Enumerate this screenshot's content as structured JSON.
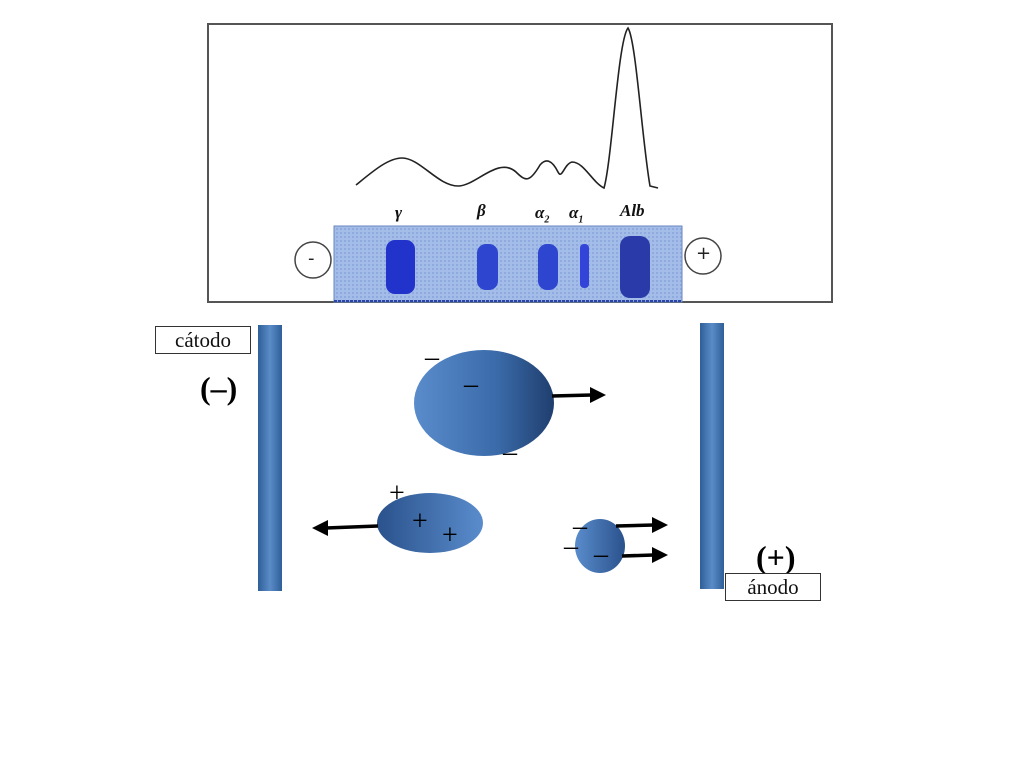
{
  "electrophoresis": {
    "bands": [
      {
        "symbol": "γ",
        "sub": ""
      },
      {
        "symbol": "β",
        "sub": ""
      },
      {
        "symbol": "α",
        "sub": "2"
      },
      {
        "symbol": "α",
        "sub": "1"
      },
      {
        "symbol": "Alb",
        "sub": ""
      }
    ],
    "neg_electrode": "-",
    "pos_electrode": "+"
  },
  "cathode": {
    "label": "cátodo",
    "sign": "(–)"
  },
  "anode": {
    "label": "ánodo",
    "sign": "(+)"
  },
  "charges": {
    "minus": "–",
    "plus": "+"
  },
  "colors": {
    "band": "#2233cc",
    "strip": "#9ab4e4",
    "electrode": "#3a6aa8",
    "particle": "#4a80c0"
  }
}
